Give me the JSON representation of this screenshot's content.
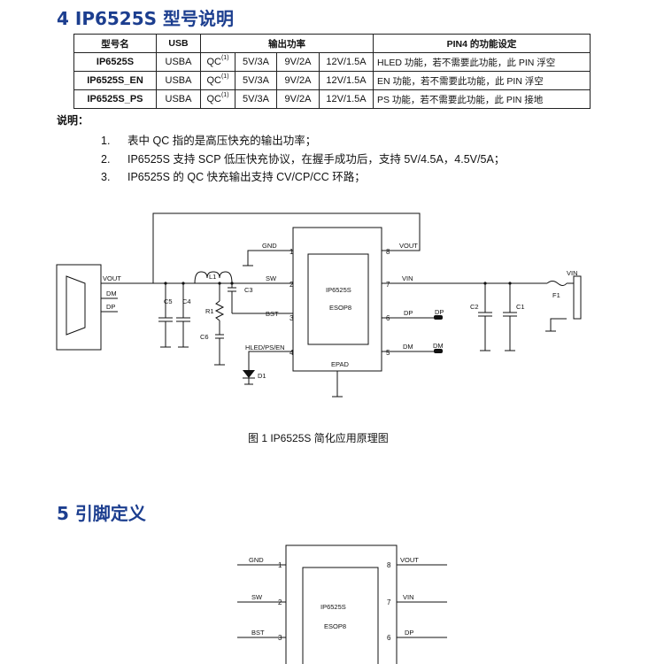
{
  "section4_title": "4 IP6525S 型号说明",
  "table": {
    "headers": [
      "型号名",
      "USB",
      "输出功率",
      "PIN4 的功能设定"
    ],
    "rows": [
      {
        "model": "IP6525S",
        "usb": "USBA",
        "qc": "QC",
        "qc_note": "(1)",
        "p1": "5V/3A",
        "p2": "9V/2A",
        "p3": "12V/1.5A",
        "pin4": "HLED 功能，若不需要此功能，此 PIN 浮空"
      },
      {
        "model": "IP6525S_EN",
        "usb": "USBA",
        "qc": "QC",
        "qc_note": "(1)",
        "p1": "5V/3A",
        "p2": "9V/2A",
        "p3": "12V/1.5A",
        "pin4": "EN 功能，若不需要此功能，此 PIN 浮空"
      },
      {
        "model": "IP6525S_PS",
        "usb": "USBA",
        "qc": "QC",
        "qc_note": "(1)",
        "p1": "5V/3A",
        "p2": "9V/2A",
        "p3": "12V/1.5A",
        "pin4": "PS 功能，若不需要此功能，此 PIN 接地"
      }
    ]
  },
  "notes_label": "说明：",
  "notes": [
    {
      "num": "1.",
      "text": "表中 QC 指的是高压快充的输出功率；"
    },
    {
      "num": "2.",
      "text": "IP6525S 支持 SCP 低压快充协议，在握手成功后，支持 5V/4.5A，4.5V/5A；"
    },
    {
      "num": "3.",
      "text": "IP6525S 的 QC 快充输出支持 CV/CP/CC 环路；"
    }
  ],
  "schematic": {
    "chip_name": "IP6525S",
    "package": "ESOP8",
    "epad": "EPAD",
    "pins_left": [
      {
        "num": "1",
        "name": "GND"
      },
      {
        "num": "2",
        "name": "SW"
      },
      {
        "num": "3",
        "name": "BST"
      },
      {
        "num": "4",
        "name": "HLED/PS/EN"
      }
    ],
    "pins_right": [
      {
        "num": "8",
        "name": "VOUT"
      },
      {
        "num": "7",
        "name": "VIN"
      },
      {
        "num": "6",
        "name": "DP"
      },
      {
        "num": "5",
        "name": "DM"
      }
    ],
    "usb_labels": {
      "vout": "VOUT",
      "dm": "DM",
      "dp": "DP"
    },
    "components": {
      "l1": "L1",
      "c3": "C3",
      "r1": "R1",
      "c6": "C6",
      "c5": "C5",
      "c4": "C4",
      "d1": "D1",
      "c2": "C2",
      "c1": "C1",
      "f1": "F1",
      "vin": "VIN",
      "dp_net": "DP",
      "dm_net": "DM"
    }
  },
  "figure_caption": "图 1   IP6525S 简化应用原理图",
  "section5_title": "5  引脚定义",
  "pinout": {
    "chip_name": "IP6525S",
    "package": "ESOP8",
    "pins_left": [
      {
        "num": "1",
        "name": "GND"
      },
      {
        "num": "2",
        "name": "SW"
      },
      {
        "num": "3",
        "name": "BST"
      }
    ],
    "pins_right": [
      {
        "num": "8",
        "name": "VOUT"
      },
      {
        "num": "7",
        "name": "VIN"
      },
      {
        "num": "6",
        "name": "DP"
      }
    ]
  }
}
